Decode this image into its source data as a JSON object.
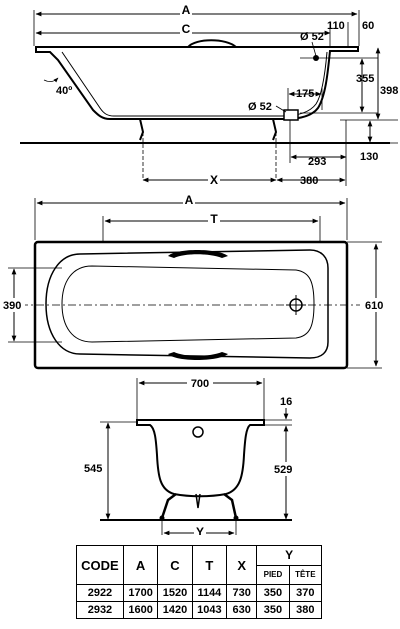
{
  "side_view": {
    "labels": {
      "A": "A",
      "C": "C",
      "d110": "110",
      "d60": "60",
      "d52_top": "Ø 52",
      "d355": "355",
      "d398": "398",
      "d40": "40º",
      "d175": "175",
      "d52_bottom": "Ø 52",
      "d293": "293",
      "d130": "130",
      "X": "X",
      "d380": "380"
    }
  },
  "top_view": {
    "labels": {
      "A": "A",
      "T": "T",
      "d390": "390",
      "d610": "610"
    }
  },
  "end_view": {
    "labels": {
      "d700": "700",
      "d16": "16",
      "d545": "545",
      "d529": "529",
      "Y": "Y"
    }
  },
  "table": {
    "headers": {
      "code": "CODE",
      "a": "A",
      "c": "C",
      "t": "T",
      "x": "X",
      "y": "Y",
      "pied": "PIED",
      "tete": "TÊTE"
    },
    "rows": [
      [
        "2922",
        "1700",
        "1520",
        "1144",
        "730",
        "350",
        "370"
      ],
      [
        "2932",
        "1600",
        "1420",
        "1043",
        "630",
        "350",
        "380"
      ]
    ]
  }
}
